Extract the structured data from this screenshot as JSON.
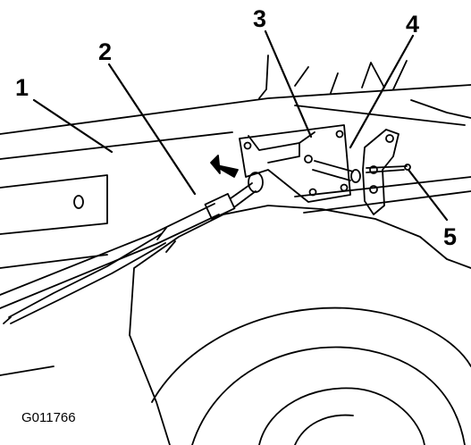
{
  "callouts": [
    {
      "id": "1",
      "label": "1"
    },
    {
      "id": "2",
      "label": "2"
    },
    {
      "id": "3",
      "label": "3"
    },
    {
      "id": "4",
      "label": "4"
    },
    {
      "id": "5",
      "label": "5"
    }
  ],
  "figure_code": "G011766",
  "colors": {
    "line": "#000000",
    "background": "#ffffff"
  }
}
